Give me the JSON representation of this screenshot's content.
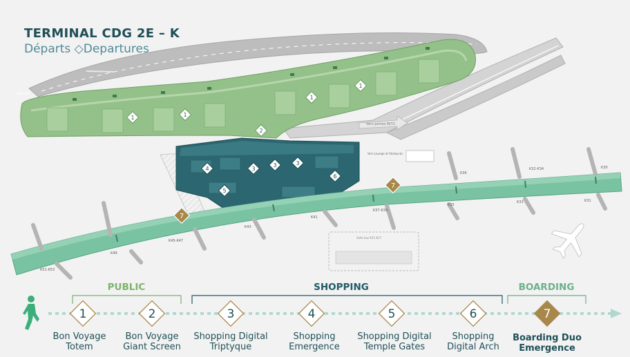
{
  "header": {
    "title": "TERMINAL CDG 2E – K",
    "subtitle": "Départs ◇Departures"
  },
  "map": {
    "marker_numbers": [
      "1",
      "2",
      "3",
      "4",
      "5",
      "6",
      "7"
    ],
    "road_labels": [
      "Vers A1",
      "Vers portes M/T2"
    ],
    "area_labels": [
      "Vers Lounge et Starbucks",
      "Salle bus K21-K27"
    ],
    "gate_labels": [
      "K36",
      "K32-K34",
      "K30",
      "K35",
      "K33",
      "K31",
      "K37-K39",
      "K41",
      "K43",
      "K45-K47",
      "K49",
      "K51-K53"
    ]
  },
  "sections": {
    "public": "PUBLIC",
    "shopping": "SHOPPING",
    "boarding": "BOARDING"
  },
  "steps": [
    {
      "number": "1",
      "label_1": "Bon Voyage",
      "label_2": "Totem"
    },
    {
      "number": "2",
      "label_1": "Bon Voyage",
      "label_2": "Giant Screen"
    },
    {
      "number": "3",
      "label_1": "Shopping Digital",
      "label_2": "Triptyque"
    },
    {
      "number": "4",
      "label_1": "Shopping",
      "label_2": "Emergence"
    },
    {
      "number": "5",
      "label_1": "Shopping Digital",
      "label_2": "Temple Gates"
    },
    {
      "number": "6",
      "label_1": "Shopping",
      "label_2": "Digital Arch"
    },
    {
      "number": "7",
      "label_1": "Boarding Duo",
      "label_2": "Emergence"
    }
  ],
  "colors": {
    "title": "#1f4f57",
    "public": "#7cb46c",
    "shopping": "#1f5a64",
    "boarding": "#6db08a",
    "gold": "#a8874a",
    "road": "#b9b9b9",
    "landside": "#94c08a",
    "pier": "#79c3a2",
    "building": "#2c6670"
  },
  "icons": [
    "walking-person-icon",
    "airplane-icon",
    "arrow-right-icon"
  ]
}
